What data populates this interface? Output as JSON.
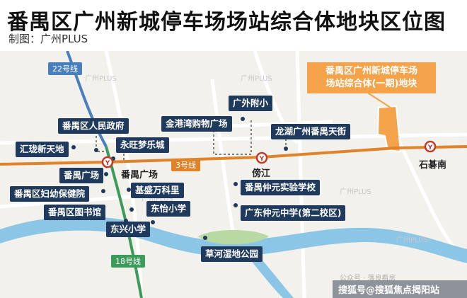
{
  "header": {
    "title": "番禺区广州新城停车场场站综合体地块区位图",
    "credit": "制图：广州PLUS"
  },
  "colors": {
    "poi_bg": "#1f3a5c",
    "line3": "#e0832a",
    "line22": "#4a7fbf",
    "line18": "#3a9b5a",
    "river": "#8cc6e6",
    "site": "#f5a34a"
  },
  "callout": {
    "line1": "番禺区广州新城停车场",
    "line2": "场站综合体(一期)地块"
  },
  "lines": {
    "line22": "22号线",
    "line3": "3号线",
    "line18": "18号线"
  },
  "stations": {
    "panyu_square": "番禺广场",
    "pangjiang": "傍江",
    "shibeinan": "石碁南"
  },
  "pois": {
    "gov": "番禺区人民政府",
    "huilong": "汇珑新天地",
    "yongwang": "永旺梦乐城",
    "jingang": "金港湾购物广场",
    "guangwai": "广外附小",
    "longhu": "龙湖广州番禺天街",
    "panyu_plaza": "番禺广场",
    "maternal": "番禺区妇幼保健院",
    "jisheng": "基盛万科里",
    "library": "番禺区图书馆",
    "dongyi": "东怡小学",
    "dongxing": "东兴小学",
    "zhongyuan_exp": "番禺仲元实验学校",
    "zhongyuan_2": "广东仲元中学(第二校区)",
    "wetland": "草河湿地公园"
  },
  "watermark": {
    "text": "搜狐号@搜狐焦点揭阳站",
    "faint1": "广州PLUS",
    "faint2": "广州PLUS",
    "faint3": "广州PLUS",
    "faint4": "广州PLUS",
    "faint5": "广州PLUS",
    "faint_source": "公众号 · 落良看房"
  }
}
